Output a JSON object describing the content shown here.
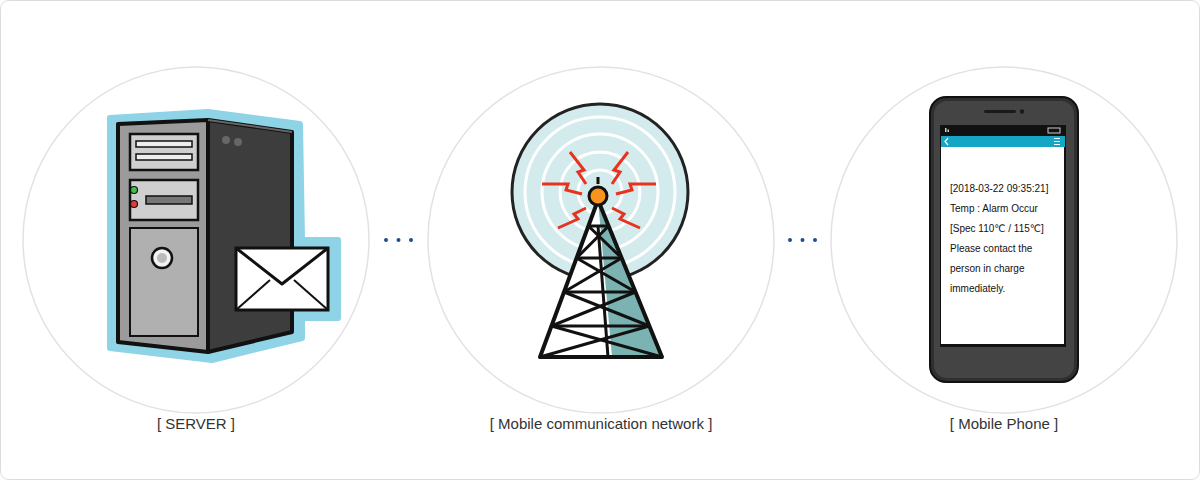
{
  "diagram": {
    "nodes": [
      {
        "text": [
          "[ SERVER ]"
        ]
      },
      {
        "text": [
          "[ Mobile communication network ]"
        ]
      },
      {
        "text": [
          "[ Mobile Phone ]"
        ]
      },
      {
        "text": [
          "[2018-03-22 09:35:21]",
          "Temp : Alarm Occur",
          "[Spec 110℃ / 115℃]",
          "Please contact the person in charge immediately."
        ],
        "in": 2
      }
    ],
    "edges": [
      {
        "from": 0,
        "to": 1,
        "arrow": "none"
      },
      {
        "from": 1,
        "to": 2,
        "arrow": "none"
      }
    ]
  }
}
